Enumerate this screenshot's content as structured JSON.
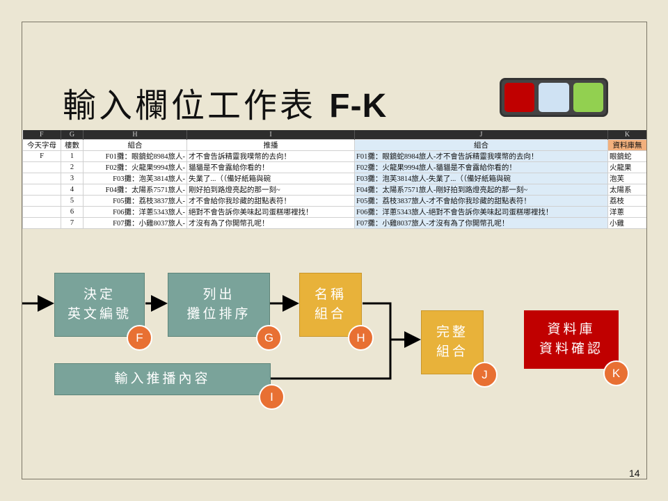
{
  "slide": {
    "title_cjk": "輸入欄位工作表",
    "title_latin": "F-K",
    "page_number": "14",
    "legend_colors": [
      "#c00000",
      "#cfe2f3",
      "#92d050"
    ]
  },
  "sheet": {
    "col_letters": [
      "F",
      "G",
      "H",
      "I",
      "J",
      "K"
    ],
    "headers": [
      "今天字母",
      "樓數",
      "組合",
      "推播",
      "組合",
      "資料庫無"
    ],
    "rows": [
      [
        "F",
        "1",
        "F01攤：眼鏡蛇8984旅人-",
        "才不會告訴精靈我噗幣的去向！",
        "F01攤：眼鏡蛇8984旅人-才不會告訴精靈我噗幣的去向！",
        "眼鏡蛇"
      ],
      [
        "",
        "2",
        "F02攤：火龍果9994旅人-",
        "貓貓是不會露給你看的！",
        "F02攤：火龍果9994旅人-貓貓是不會露給你看的！",
        "火龍果"
      ],
      [
        "",
        "3",
        "F03攤：泡芙3814旅人-",
        "失業了...（（備好紙箱與碗",
        "F03攤：泡芙3814旅人-失業了...（（備好紙箱與碗",
        "泡芙"
      ],
      [
        "",
        "4",
        "F04攤：太陽系7571旅人-",
        "剛好拍到路燈亮起的那一刻~",
        "F04攤：太陽系7571旅人-剛好拍到路燈亮起的那一刻~",
        "太陽系"
      ],
      [
        "",
        "5",
        "F05攤：荔枝3837旅人-",
        "才不會給你我珍藏的甜點表符！",
        "F05攤：荔枝3837旅人-才不會給你我珍藏的甜點表符！",
        "荔枝"
      ],
      [
        "",
        "6",
        "F06攤：洋蔥5343旅人-",
        "絕對不會告訴你美味起司蛋糕哪裡找！",
        "F06攤：洋蔥5343旅人-絕對不會告訴你美味起司蛋糕哪裡找！",
        "洋蔥"
      ],
      [
        "",
        "7",
        "F07攤：小雞8037旅人-",
        "才沒有為了你開幣孔呢！",
        "F07攤：小雞8037旅人-才沒有為了你開幣孔呢！",
        "小雞"
      ]
    ]
  },
  "flow": {
    "box_f": "決定\n英文編號",
    "box_g": "列出\n攤位排序",
    "box_h": "名稱\n組合",
    "box_i": "輸入推播內容",
    "box_j": "完整\n組合",
    "box_k": "資料庫\n資料確認",
    "badges": {
      "f": "F",
      "g": "G",
      "h": "H",
      "i": "I",
      "j": "J",
      "k": "K"
    }
  }
}
